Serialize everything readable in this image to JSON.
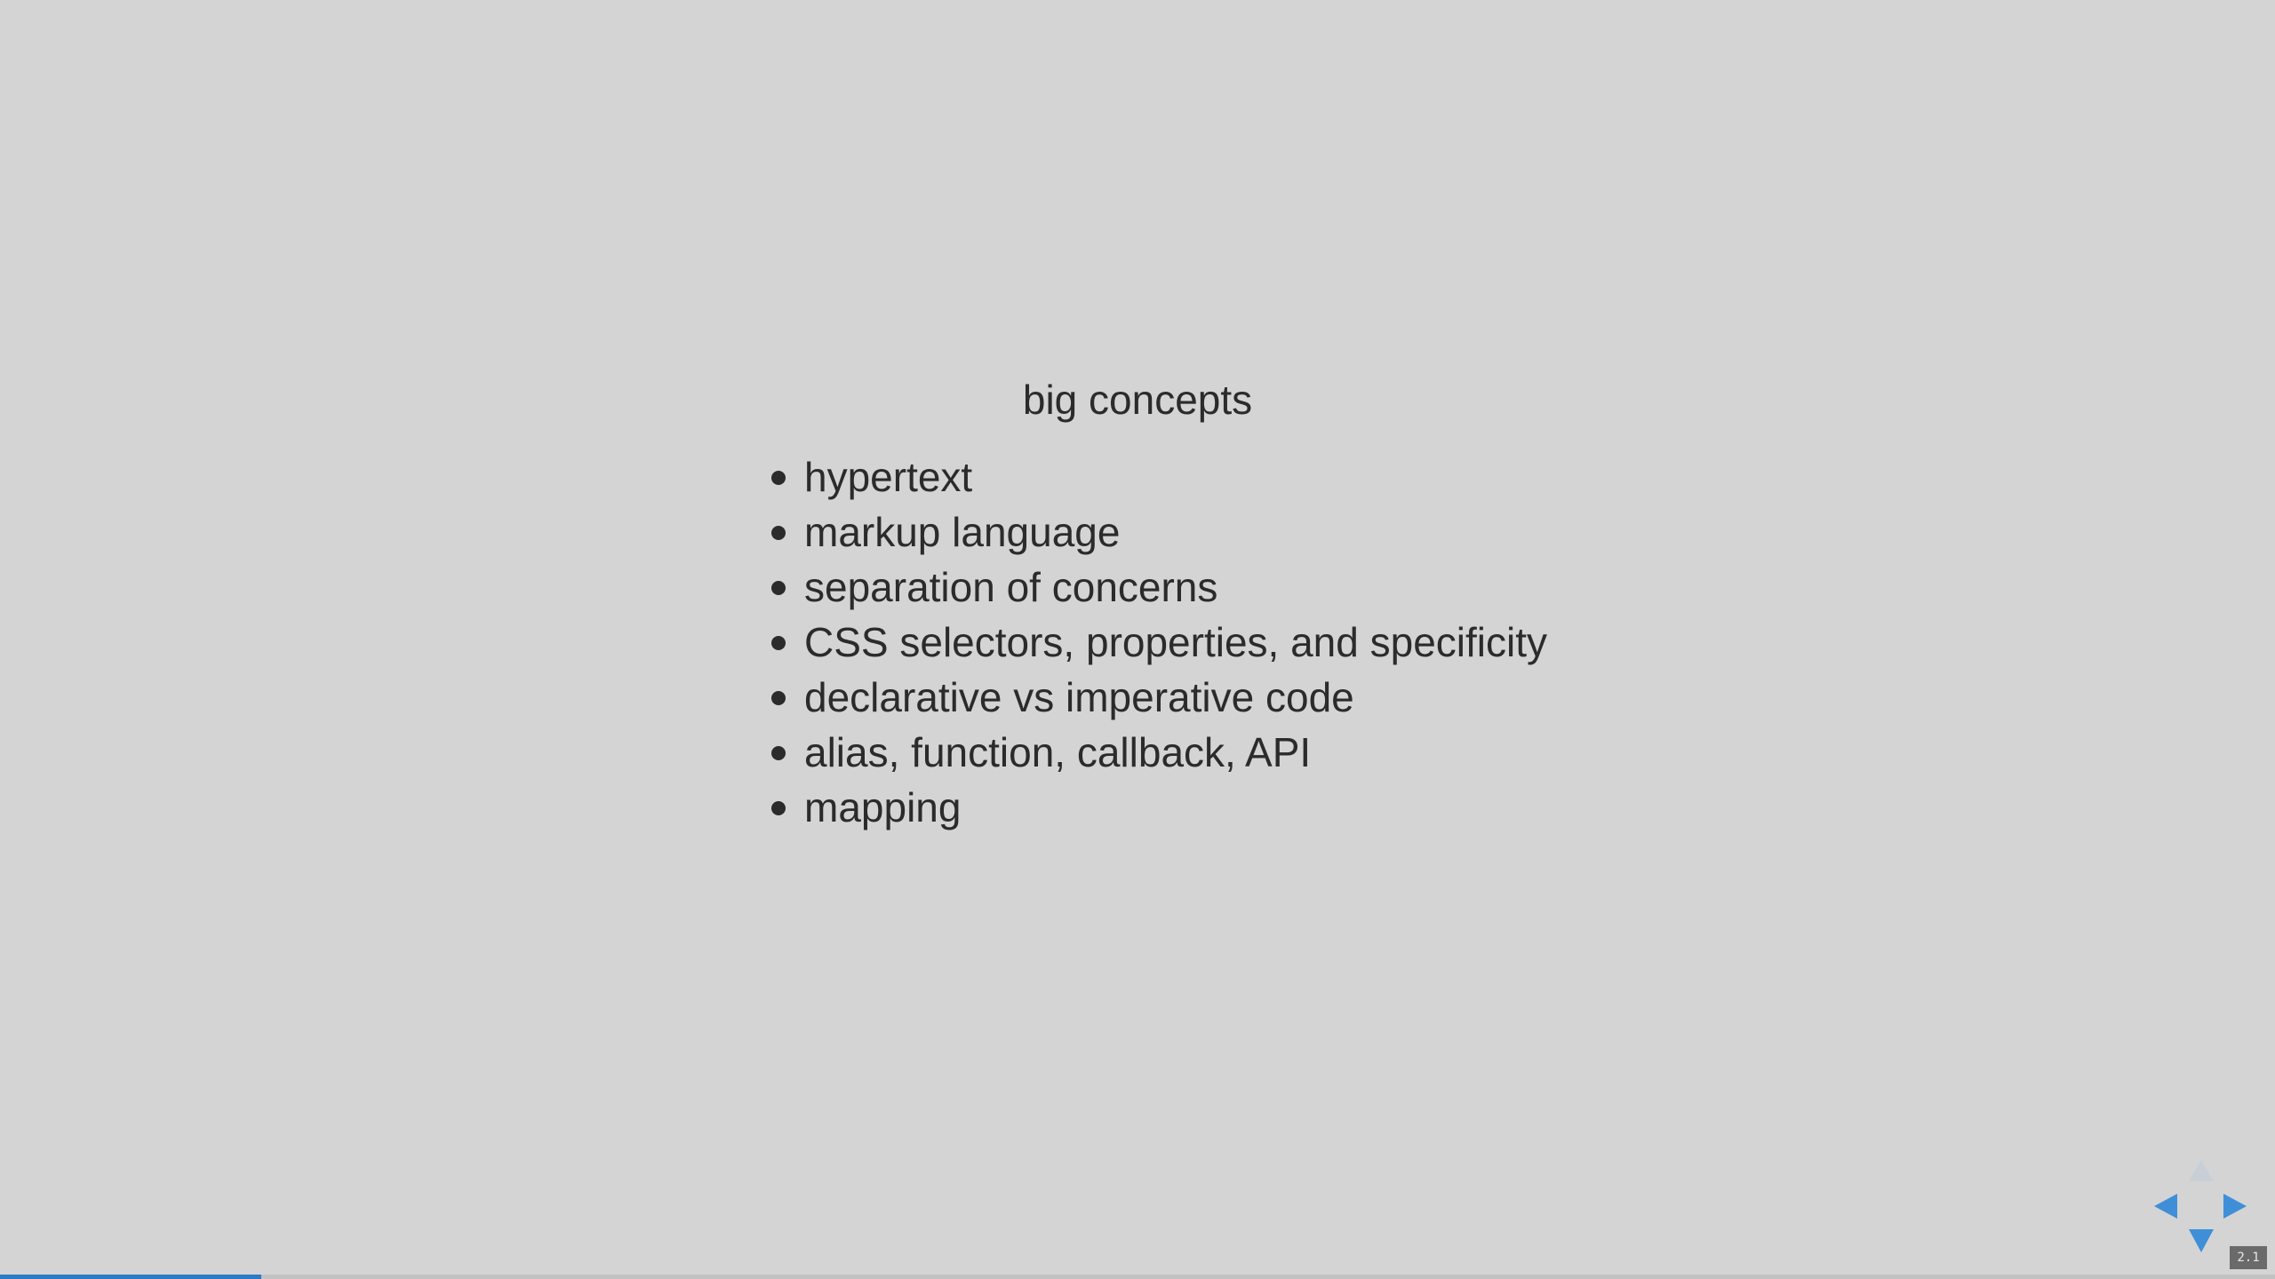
{
  "slide": {
    "title": "big concepts",
    "bullets": [
      "hypertext",
      "markup language",
      "separation of concerns",
      "CSS selectors, properties, and specificity",
      "declarative vs imperative code",
      "alias, function, callback, API",
      "mapping"
    ]
  },
  "controls": {
    "slide_number": "2.1",
    "up_enabled": false,
    "left_enabled": true,
    "right_enabled": true,
    "down_enabled": true,
    "icons": [
      "nav-up-icon",
      "nav-left-icon",
      "nav-right-icon",
      "nav-down-icon"
    ]
  },
  "progress": {
    "fraction": 0.115
  },
  "colors": {
    "background": "#d4d4d4",
    "text": "#2b2b2b",
    "accent": "#3f8fd8",
    "progress": "#2a7cc7"
  }
}
